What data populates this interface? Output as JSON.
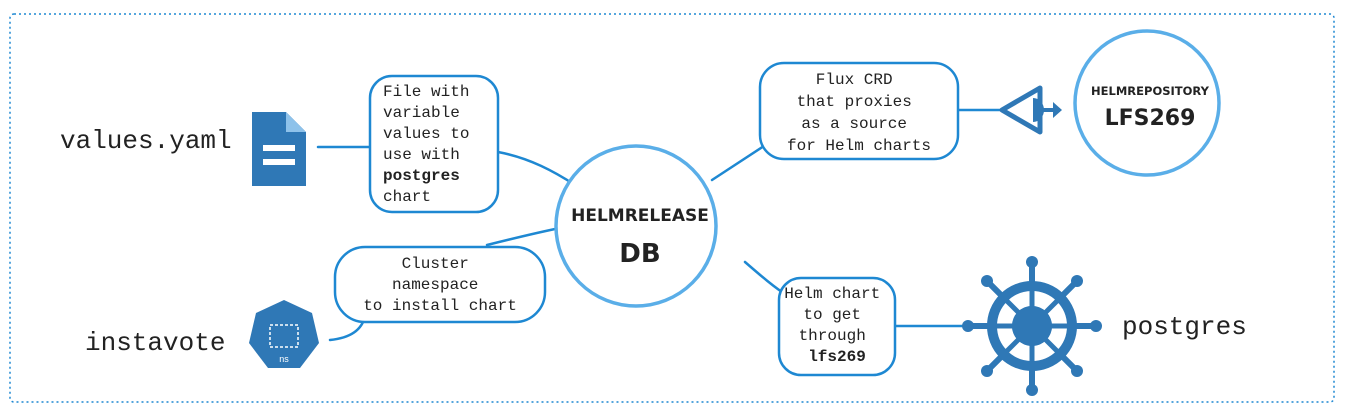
{
  "colors": {
    "line": "#1e88d2",
    "node_stroke": "#5aaee8",
    "icon_blue": "#2f78b6",
    "text": "#222222",
    "frame": "#1e88d2"
  },
  "center": {
    "title": "HELMRELEASE",
    "subtitle": "DB"
  },
  "helmrepository": {
    "title": "HELMREPOSITORY",
    "subtitle": "LFS269"
  },
  "labels": {
    "values": "values.yaml",
    "instavote": "instavote",
    "postgres": "postgres",
    "ns_badge": "ns"
  },
  "notes": {
    "file": [
      "File with",
      "variable",
      "values to",
      "use with",
      "postgres",
      "chart"
    ],
    "namespace": [
      "Cluster",
      "namespace",
      "to install chart"
    ],
    "flux": [
      "Flux CRD",
      "that proxies",
      "as a source",
      "for Helm charts"
    ],
    "helm_chart": [
      "Helm chart",
      "to get",
      "through",
      "lfs269"
    ]
  },
  "icons": {
    "values": "document-icon",
    "instavote": "kubernetes-namespace-icon",
    "helmrepository": "eye-icon",
    "postgres": "helm-wheel-icon"
  }
}
